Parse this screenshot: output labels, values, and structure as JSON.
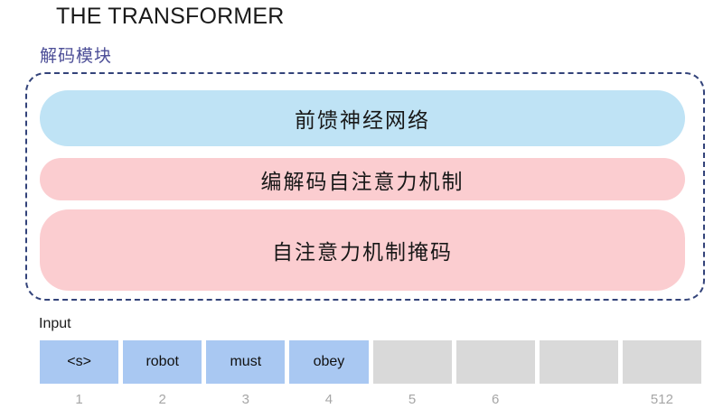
{
  "title": "THE TRANSFORMER",
  "decoder": {
    "label": "解码模块",
    "border_color": "#33437a",
    "sublayers": [
      {
        "name": "feed-forward-neural-network",
        "label": "前馈神经网络",
        "color": "#bfe3f5"
      },
      {
        "name": "encoder-decoder-self-attention",
        "label": "编解码自注意力机制",
        "color": "#fbcdd0"
      },
      {
        "name": "masked-self-attention",
        "label": "自注意力机制掩码",
        "color": "#fbcdd0"
      }
    ]
  },
  "input": {
    "label": "Input",
    "filled_color": "#a9c8f2",
    "empty_color": "#d9d9d9",
    "index_color": "#a6a6a6",
    "cells": [
      {
        "token": "<s>",
        "filled": true,
        "index": "1"
      },
      {
        "token": "robot",
        "filled": true,
        "index": "2"
      },
      {
        "token": "must",
        "filled": true,
        "index": "3"
      },
      {
        "token": "obey",
        "filled": true,
        "index": "4"
      },
      {
        "token": "",
        "filled": false,
        "index": "5"
      },
      {
        "token": "",
        "filled": false,
        "index": "6"
      },
      {
        "token": "",
        "filled": false,
        "index": ""
      },
      {
        "token": "",
        "filled": false,
        "index": "512"
      }
    ]
  }
}
